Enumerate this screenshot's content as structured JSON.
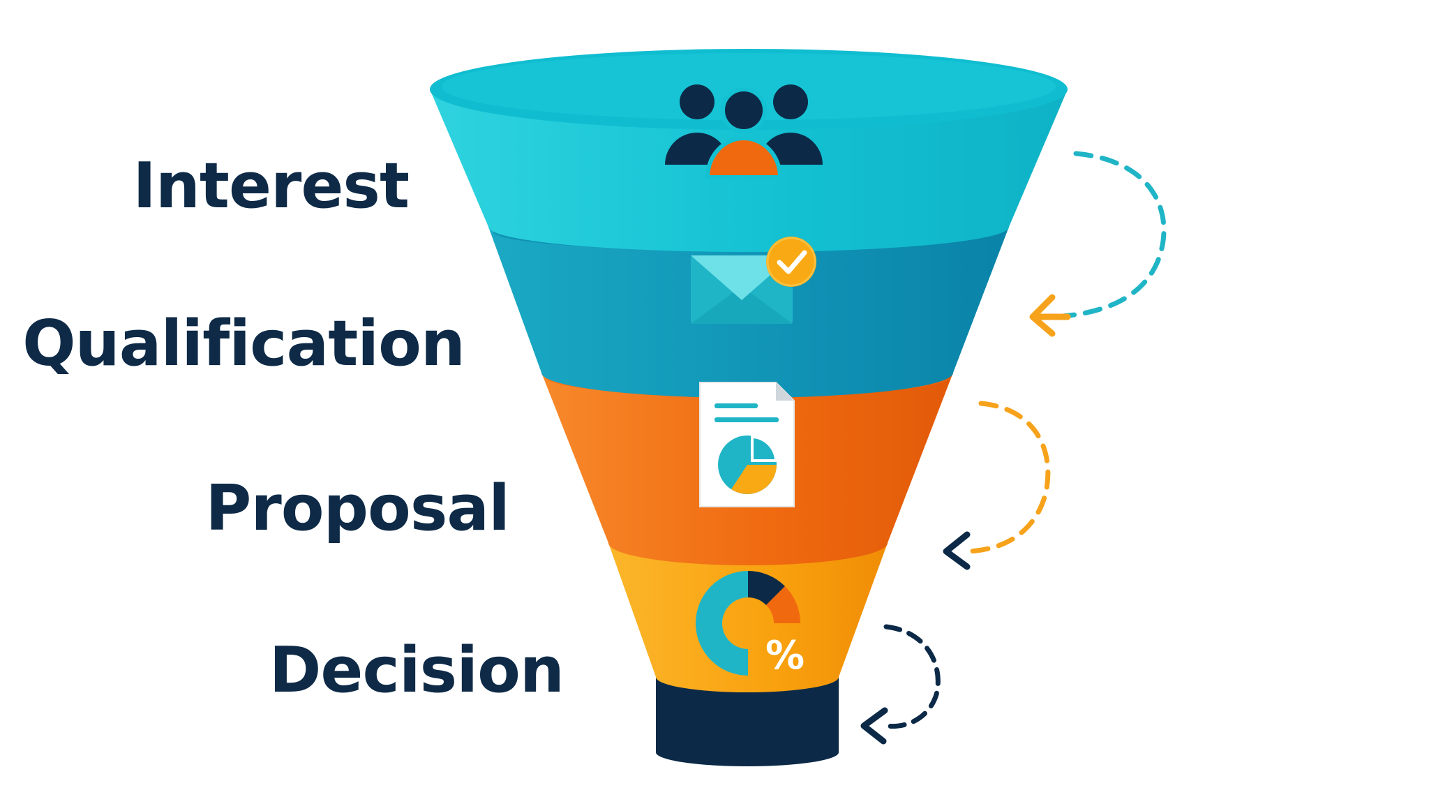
{
  "stages": [
    {
      "label": "Interest",
      "icon": "people-icon",
      "color": "#16c0d2"
    },
    {
      "label": "Qualification",
      "icon": "envelope-check-icon",
      "color": "#1196b8"
    },
    {
      "label": "Proposal",
      "icon": "document-pie-chart-icon",
      "color": "#f0690f"
    },
    {
      "label": "Decision",
      "icon": "gauge-percent-icon",
      "color": "#f9a10e"
    }
  ],
  "base": {
    "icon": "funnel-base",
    "color": "#0c2a47"
  },
  "percent_symbol": "%",
  "arrows": [
    {
      "icon": "curved-dashed-arrow-icon",
      "color": "#1fb4c6",
      "arrowhead_color": "#f7a21b"
    },
    {
      "icon": "curved-dashed-arrow-icon",
      "color": "#f7a21b",
      "arrowhead_color": "#0c2a47"
    },
    {
      "icon": "curved-dashed-arrow-icon",
      "color": "#0c2a47",
      "arrowhead_color": "#0c2a47"
    }
  ]
}
